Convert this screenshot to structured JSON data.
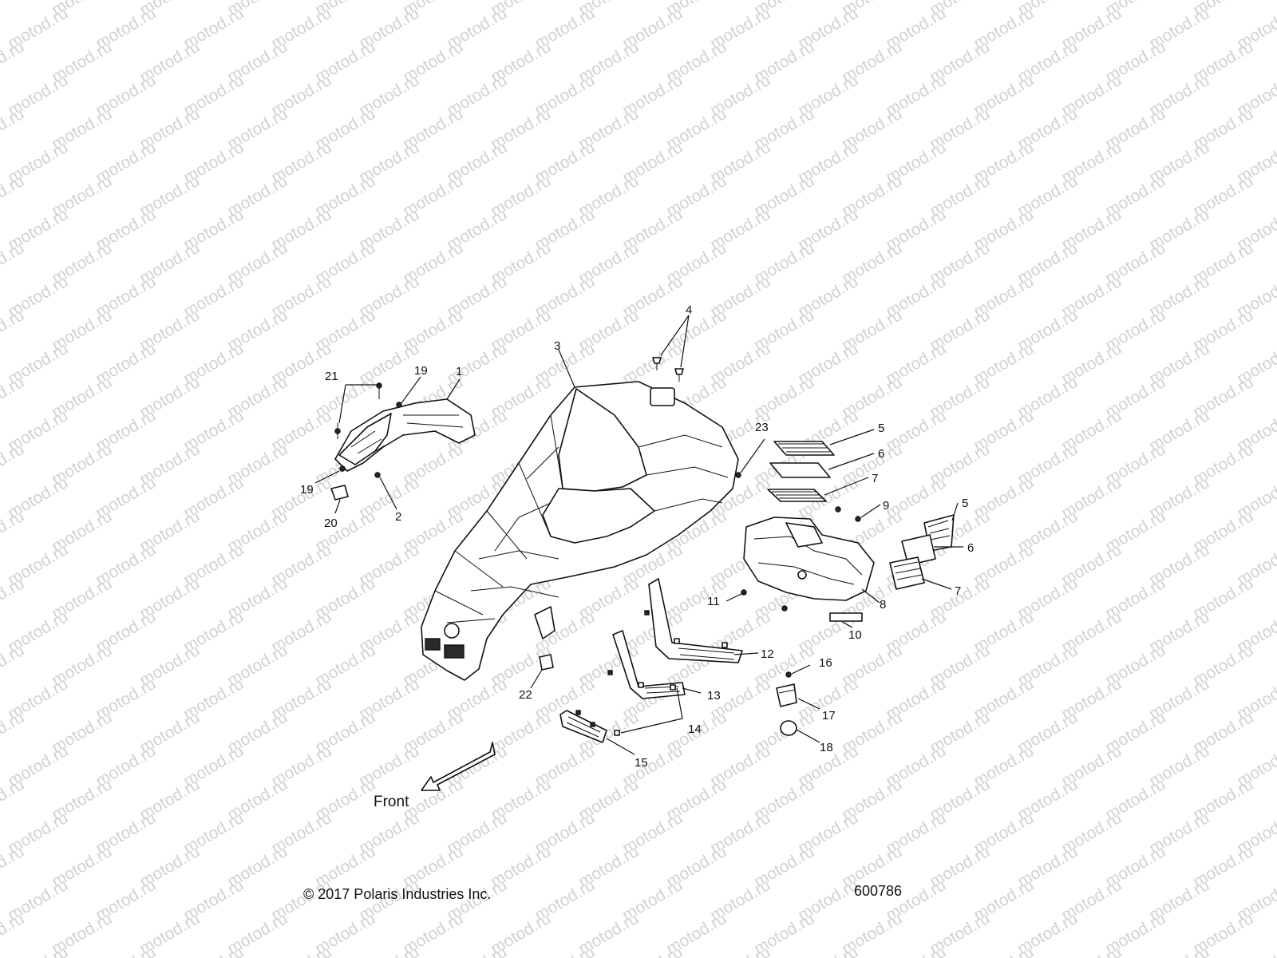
{
  "watermark": "motod.ru",
  "callouts": {
    "c1": "1",
    "c2": "2",
    "c3": "3",
    "c4": "4",
    "c5a": "5",
    "c5b": "5",
    "c6a": "6",
    "c6b": "6",
    "c7a": "7",
    "c7b": "7",
    "c8": "8",
    "c9": "9",
    "c10": "10",
    "c11": "11",
    "c12": "12",
    "c13": "13",
    "c14": "14",
    "c15": "15",
    "c16": "16",
    "c17": "17",
    "c18": "18",
    "c19a": "19",
    "c19b": "19",
    "c20": "20",
    "c21": "21",
    "c22": "22",
    "c23": "23"
  },
  "front_label": "Front",
  "copyright": "© 2017 Polaris Industries Inc.",
  "figure_number": "600786"
}
